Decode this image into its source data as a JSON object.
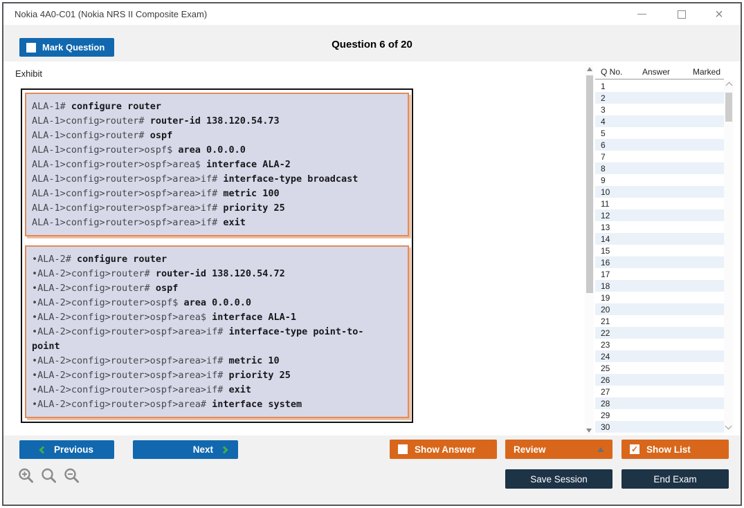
{
  "window": {
    "title": "Nokia 4A0-C01 (Nokia NRS II Composite Exam)"
  },
  "header": {
    "mark_question": "Mark Question",
    "mark_question_check": "",
    "question_counter": "Question 6 of 20"
  },
  "exhibit": {
    "label": "Exhibit",
    "blocks": [
      {
        "lines": [
          {
            "prompt": "ALA-1# ",
            "command": "configure router"
          },
          {
            "prompt": "ALA-1>config>router# ",
            "command": "router-id 138.120.54.73"
          },
          {
            "prompt": "ALA-1>config>router# ",
            "command": "ospf"
          },
          {
            "prompt": "ALA-1>config>router>ospf$ ",
            "command": "area 0.0.0.0"
          },
          {
            "prompt": "ALA-1>config>router>ospf>area$ ",
            "command": "interface ALA-2"
          },
          {
            "prompt": "ALA-1>config>router>ospf>area>if# ",
            "command": "interface-type broadcast"
          },
          {
            "prompt": "ALA-1>config>router>ospf>area>if# ",
            "command": "metric 100"
          },
          {
            "prompt": "ALA-1>config>router>ospf>area>if# ",
            "command": "priority 25"
          },
          {
            "prompt": "ALA-1>config>router>ospf>area>if# ",
            "command": "exit"
          }
        ]
      },
      {
        "lines": [
          {
            "prompt": "•ALA-2# ",
            "command": "configure router"
          },
          {
            "prompt": "•ALA-2>config>router# ",
            "command": "router-id 138.120.54.72"
          },
          {
            "prompt": "•ALA-2>config>router# ",
            "command": "ospf"
          },
          {
            "prompt": "•ALA-2>config>router>ospf$ ",
            "command": "area 0.0.0.0"
          },
          {
            "prompt": "•ALA-2>config>router>ospf>area$ ",
            "command": "interface ALA-1"
          },
          {
            "prompt": "•ALA-2>config>router>ospf>area>if# ",
            "command": "interface-type point-to-\npoint"
          },
          {
            "prompt": "•ALA-2>config>router>ospf>area>if# ",
            "command": "metric 10"
          },
          {
            "prompt": "•ALA-2>config>router>ospf>area>if# ",
            "command": "priority 25"
          },
          {
            "prompt": "•ALA-2>config>router>ospf>area>if# ",
            "command": "exit"
          },
          {
            "prompt": "•ALA-2>config>router>ospf>area# ",
            "command": "interface system"
          }
        ]
      }
    ]
  },
  "question_list": {
    "columns": [
      "Q No.",
      "Answer",
      "Marked"
    ],
    "rows": [
      {
        "q": "1",
        "answer": "",
        "marked": ""
      },
      {
        "q": "2",
        "answer": "",
        "marked": ""
      },
      {
        "q": "3",
        "answer": "",
        "marked": ""
      },
      {
        "q": "4",
        "answer": "",
        "marked": ""
      },
      {
        "q": "5",
        "answer": "",
        "marked": ""
      },
      {
        "q": "6",
        "answer": "",
        "marked": ""
      },
      {
        "q": "7",
        "answer": "",
        "marked": ""
      },
      {
        "q": "8",
        "answer": "",
        "marked": ""
      },
      {
        "q": "9",
        "answer": "",
        "marked": ""
      },
      {
        "q": "10",
        "answer": "",
        "marked": ""
      },
      {
        "q": "11",
        "answer": "",
        "marked": ""
      },
      {
        "q": "12",
        "answer": "",
        "marked": ""
      },
      {
        "q": "13",
        "answer": "",
        "marked": ""
      },
      {
        "q": "14",
        "answer": "",
        "marked": ""
      },
      {
        "q": "15",
        "answer": "",
        "marked": ""
      },
      {
        "q": "16",
        "answer": "",
        "marked": ""
      },
      {
        "q": "17",
        "answer": "",
        "marked": ""
      },
      {
        "q": "18",
        "answer": "",
        "marked": ""
      },
      {
        "q": "19",
        "answer": "",
        "marked": ""
      },
      {
        "q": "20",
        "answer": "",
        "marked": ""
      },
      {
        "q": "21",
        "answer": "",
        "marked": ""
      },
      {
        "q": "22",
        "answer": "",
        "marked": ""
      },
      {
        "q": "23",
        "answer": "",
        "marked": ""
      },
      {
        "q": "24",
        "answer": "",
        "marked": ""
      },
      {
        "q": "25",
        "answer": "",
        "marked": ""
      },
      {
        "q": "26",
        "answer": "",
        "marked": ""
      },
      {
        "q": "27",
        "answer": "",
        "marked": ""
      },
      {
        "q": "28",
        "answer": "",
        "marked": ""
      },
      {
        "q": "29",
        "answer": "",
        "marked": ""
      },
      {
        "q": "30",
        "answer": "",
        "marked": ""
      }
    ]
  },
  "footer": {
    "previous": "Previous",
    "next": "Next",
    "show_answer": "Show Answer",
    "show_answer_check": "",
    "review": "Review",
    "show_list": "Show List",
    "show_list_check": "✓",
    "save_session": "Save Session",
    "end_exam": "End Exam"
  },
  "icons": {
    "minimize": "minimize-icon",
    "maximize": "maximize-icon",
    "close": "close-icon",
    "zoom_in": "zoom-in-icon",
    "zoom_reset": "zoom-reset-icon",
    "zoom_out": "zoom-out-icon"
  },
  "colors": {
    "accent_blue": "#1168af",
    "accent_orange": "#d8671b",
    "dark_navy": "#1d3346",
    "green_chevron": "#3faf46",
    "exhibit_bg": "#d8d9e8",
    "exhibit_border": "#e08b5c",
    "row_alt": "#eaf1f9",
    "strip_gray": "#f1f1f1"
  }
}
